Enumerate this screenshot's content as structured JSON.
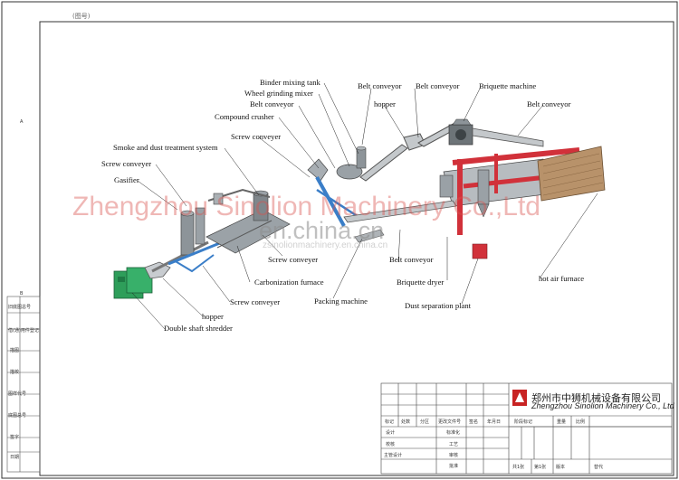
{
  "drawing_mark": "A",
  "top_mark": "(图号)",
  "labels": {
    "binder_mixing_tank": "Binder mixing tank",
    "wheel_grinding_mixer": "Wheel grinding mixer",
    "belt_conveyor_1": "Belt conveyor",
    "compound_crusher": "Compound crusher",
    "screw_conveyer_1": "Screw conveyer",
    "smoke_dust": "Smoke and dust treatment system",
    "screw_conveyer_2": "Screw conveyer",
    "gasifier": "Gasifier",
    "belt_conveyor_top1": "Belt conveyor",
    "belt_conveyor_top2": "Belt conveyor",
    "hopper_top": "hopper",
    "briquette_machine": "Briquette machine",
    "belt_conveyor_right": "Belt conveyor",
    "screw_conveyer_3": "Screw conveyer",
    "carbonization_furnace": "Carbonization furnace",
    "screw_conveyer_4": "Screw conveyer",
    "hopper_bottom": "hopper",
    "double_shaft_shredder": "Double shaft shredder",
    "packing_machine": "Packing machine",
    "belt_conveyor_bottom": "Belt conveyor",
    "briquette_dryer": "Briquette dryer",
    "dust_separation_plant": "Dust separation plant",
    "hot_air_furnace": "hot air furnace"
  },
  "watermarks": {
    "company": "Zhengzhou Sinolion Machinery Co.,Ltd",
    "site": "en.china.cn",
    "site_sub": "zsinolionmachinery.en.china.cn"
  },
  "side_labels": [
    "B",
    "旧底图总号",
    "底图总号",
    "签字",
    "日期",
    "借(通)用件登记",
    "描图",
    "描校",
    "图样代号"
  ],
  "title_block": {
    "company_cn": "郑州市中狮机械设备有限公司",
    "company_en": "Zhengzhou Sinolion Machinery Co., Ltd",
    "row_headers": [
      "标记",
      "处数",
      "分区",
      "更改文件号",
      "签名",
      "年月日"
    ],
    "left_roles": [
      "设计",
      "校核",
      "主管设计"
    ],
    "mid_roles": [
      "标准化",
      "工艺",
      "审核",
      "批准"
    ],
    "stage_headers": [
      "阶段标记",
      "重量",
      "比例"
    ],
    "sheet_info": [
      "共1张",
      "第1张",
      "版本",
      "替代"
    ]
  },
  "colors": {
    "machine_green": "#2e9e5a",
    "pipe_red": "#d1313a",
    "pipe_blue": "#3a7ec8",
    "furnace_brown": "#b8926a",
    "steel_gray": "#8d9499",
    "watermark_red": "#d9534f"
  }
}
